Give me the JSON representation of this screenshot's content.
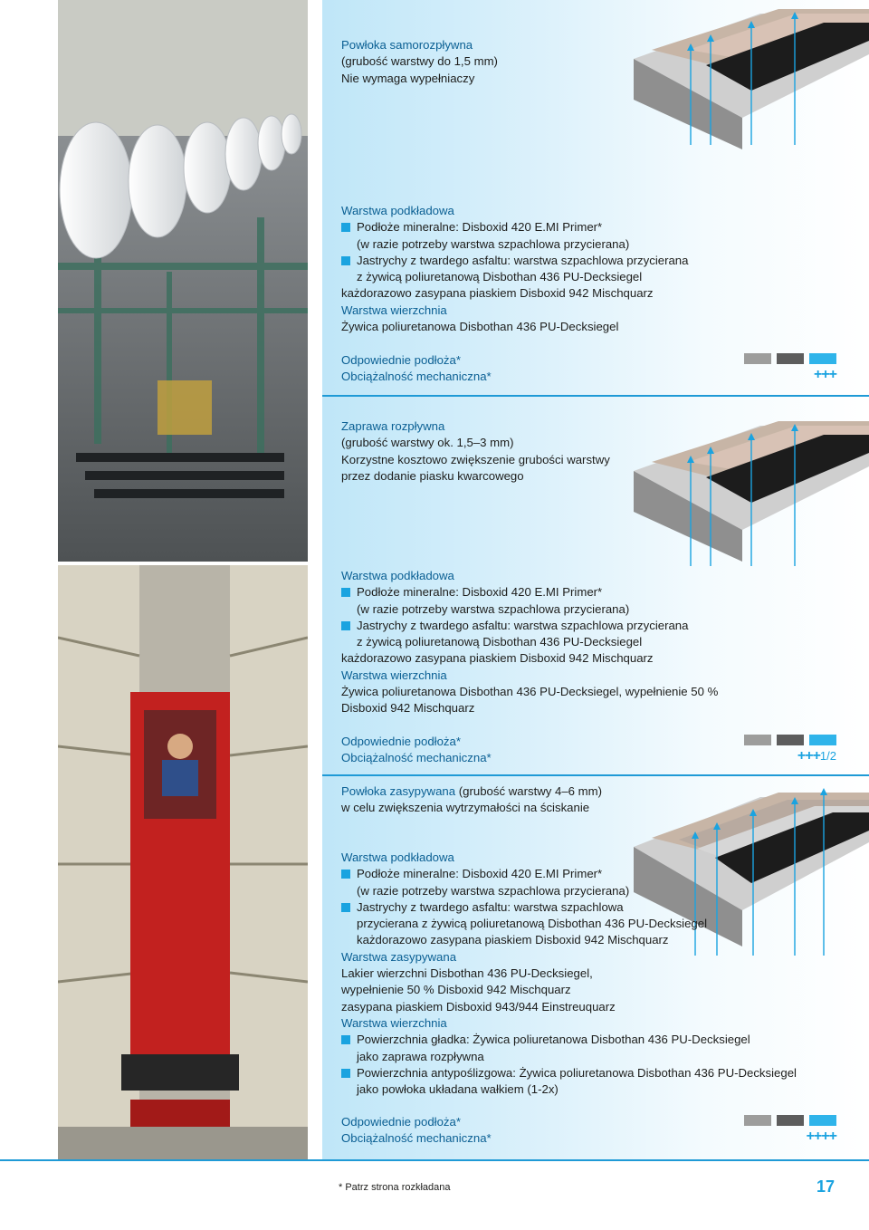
{
  "sections": [
    {
      "title": "Powłoka samorozpływna",
      "subtitle_lines": [
        "(grubość warstwy do 1,5 mm)",
        "Nie wymaga wypełniaczy"
      ],
      "base_heading": "Warstwa podkładowa",
      "base_items": [
        {
          "lines": [
            "Podłoże mineralne: Disboxid 420 E.MI Primer*",
            "(w razie potrzeby warstwa szpachlowa przycierana)"
          ]
        },
        {
          "lines": [
            "Jastrychy z twardego asfaltu: warstwa szpachlowa przycierana",
            "z żywicą poliuretanową Disbothan 436 PU-Decksiegel"
          ]
        }
      ],
      "base_note": "każdorazowo zasypana piaskiem Disboxid 942 Mischquarz",
      "top_heading": "Warstwa wierzchnia",
      "top_lines": [
        "Żywica poliuretanowa Disbothan 436 PU-Decksiegel"
      ],
      "substrates_label": "Odpowiednie podłoża*",
      "load_label": "Obciążalność mechaniczna*",
      "load_rating": "+++",
      "load_fraction": ""
    },
    {
      "title": "Zaprawa rozpływna",
      "subtitle_lines": [
        "(grubość warstwy ok. 1,5–3 mm)",
        "Korzystne kosztowo zwiększenie grubości warstwy",
        "przez dodanie piasku kwarcowego"
      ],
      "base_heading": "Warstwa podkładowa",
      "base_items": [
        {
          "lines": [
            "Podłoże mineralne: Disboxid 420 E.MI Primer*",
            "(w razie potrzeby warstwa szpachlowa przycierana)"
          ]
        },
        {
          "lines": [
            "Jastrychy z twardego asfaltu: warstwa szpachlowa przycierana",
            "z żywicą poliuretanową Disbothan 436 PU-Decksiegel"
          ]
        }
      ],
      "base_note": "każdorazowo zasypana piaskiem Disboxid 942 Mischquarz",
      "top_heading": "Warstwa wierzchnia",
      "top_lines": [
        "Żywica poliuretanowa Disbothan 436 PU-Decksiegel, wypełnienie 50 %",
        "Disboxid 942 Mischquarz"
      ],
      "substrates_label": "Odpowiednie podłoża*",
      "load_label": "Obciążalność mechaniczna*",
      "load_rating": "+++",
      "load_fraction": "1/2"
    },
    {
      "title": "Powłoka zasypywana",
      "title_suffix": " (grubość warstwy 4–6 mm)",
      "subtitle_lines": [
        "w celu zwiększenia wytrzymałości na ściskanie"
      ],
      "base_heading": "Warstwa podkładowa",
      "base_items": [
        {
          "lines": [
            "Podłoże mineralne: Disboxid 420 E.MI Primer*",
            "(w razie potrzeby warstwa szpachlowa przycierana)"
          ]
        },
        {
          "lines": [
            "Jastrychy z twardego asfaltu: warstwa szpachlowa",
            "przycierana z żywicą poliuretanową Disbothan 436 PU-Decksiegel"
          ]
        }
      ],
      "base_note": "każdorazowo zasypana piaskiem Disboxid 942 Mischquarz",
      "mid_heading": "Warstwa zasypywana",
      "mid_lines": [
        "Lakier wierzchni Disbothan 436 PU-Decksiegel,",
        "wypełnienie 50 % Disboxid 942 Mischquarz",
        "zasypana piaskiem Disboxid 943/944 Einstreuquarz"
      ],
      "top_heading": "Warstwa wierzchnia",
      "top_items": [
        {
          "lines": [
            "Powierzchnia gładka: Żywica poliuretanowa Disbothan 436 PU-Decksiegel",
            "jako zaprawa rozpływna"
          ]
        },
        {
          "lines": [
            "Powierzchnia antypoślizgowa: Żywica poliuretanowa Disbothan 436 PU-Decksiegel",
            "jako powłoka układana wałkiem (1-2x)"
          ]
        }
      ],
      "substrates_label": "Odpowiednie podłoża*",
      "load_label": "Obciążalność mechaniczna*",
      "load_rating": "++++",
      "load_fraction": ""
    }
  ],
  "footer": {
    "note": "* Patrz strona rozkładana",
    "page_number": "17"
  },
  "colors": {
    "accent": "#1aa3e0",
    "rule": "#1f9ad6",
    "heading": "#0a5f93",
    "swatch_light_grey": "#9d9d9c",
    "swatch_dark_grey": "#5d5d5d",
    "swatch_blue": "#2fb4ea"
  }
}
